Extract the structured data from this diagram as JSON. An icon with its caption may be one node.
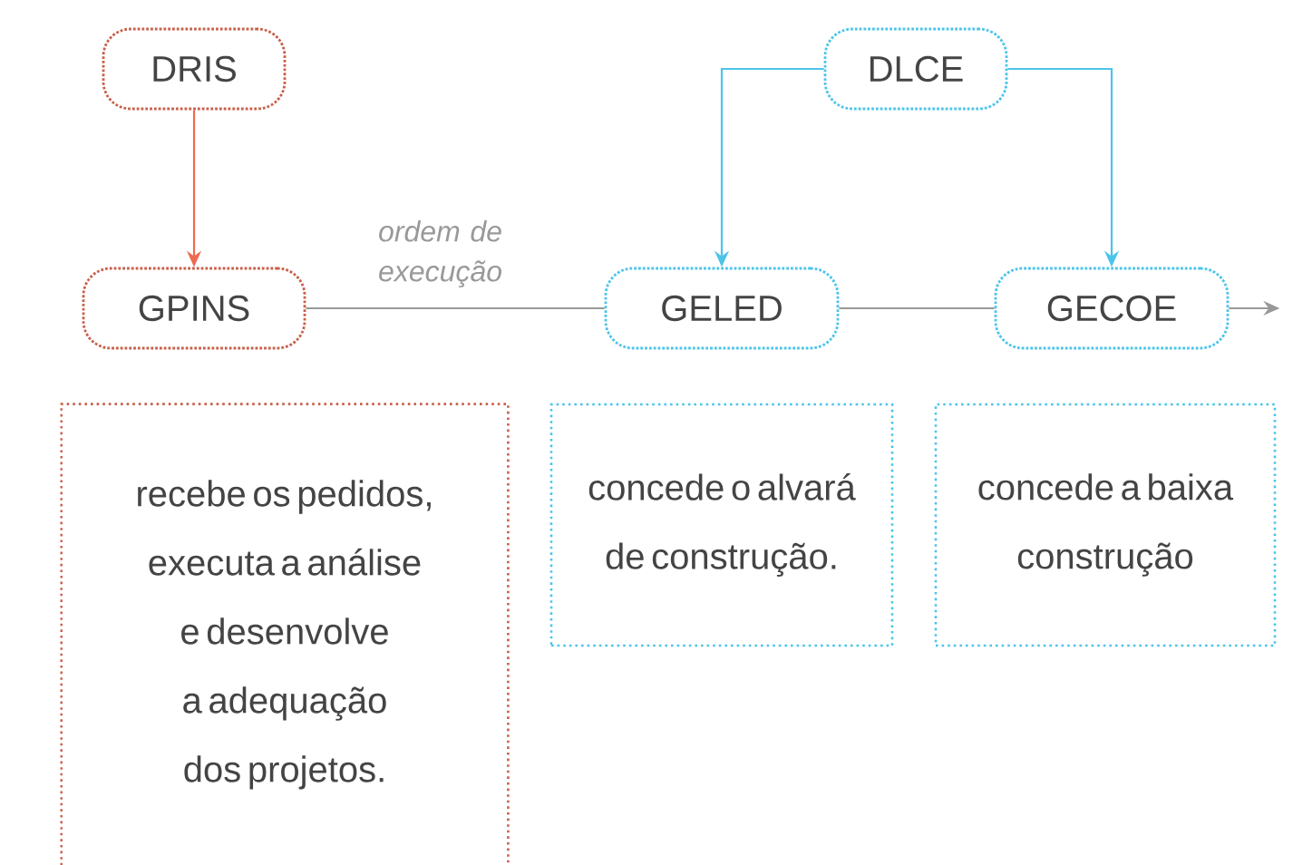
{
  "diagram": {
    "nodes": [
      {
        "text": [
          "DRIS"
        ]
      },
      {
        "text": [
          "DLCE"
        ]
      },
      {
        "text": [
          "GPINS"
        ]
      },
      {
        "text": [
          "GELED"
        ]
      },
      {
        "text": [
          "GECOE"
        ]
      },
      {
        "text": [
          "recebe os pedidos, executa a análise e desenvolve a adequação dos projetos."
        ]
      },
      {
        "text": [
          "concede o alvará de construção."
        ]
      },
      {
        "text": [
          "concede a baixa construção"
        ]
      }
    ],
    "edges": [
      {
        "from": 0,
        "to": 2,
        "arrow": "to",
        "color": "#ee6a50"
      },
      {
        "from": 1,
        "to": 3,
        "arrow": "to",
        "color": "#4cc4ea"
      },
      {
        "from": 1,
        "to": 4,
        "arrow": "to",
        "color": "#4cc4ea"
      },
      {
        "from": 2,
        "to": 3,
        "arrow": "none",
        "label": "ordem de execução"
      },
      {
        "from": 3,
        "to": 4,
        "arrow": "none"
      },
      {
        "from": 4,
        "to": null,
        "arrow": "to"
      }
    ]
  }
}
